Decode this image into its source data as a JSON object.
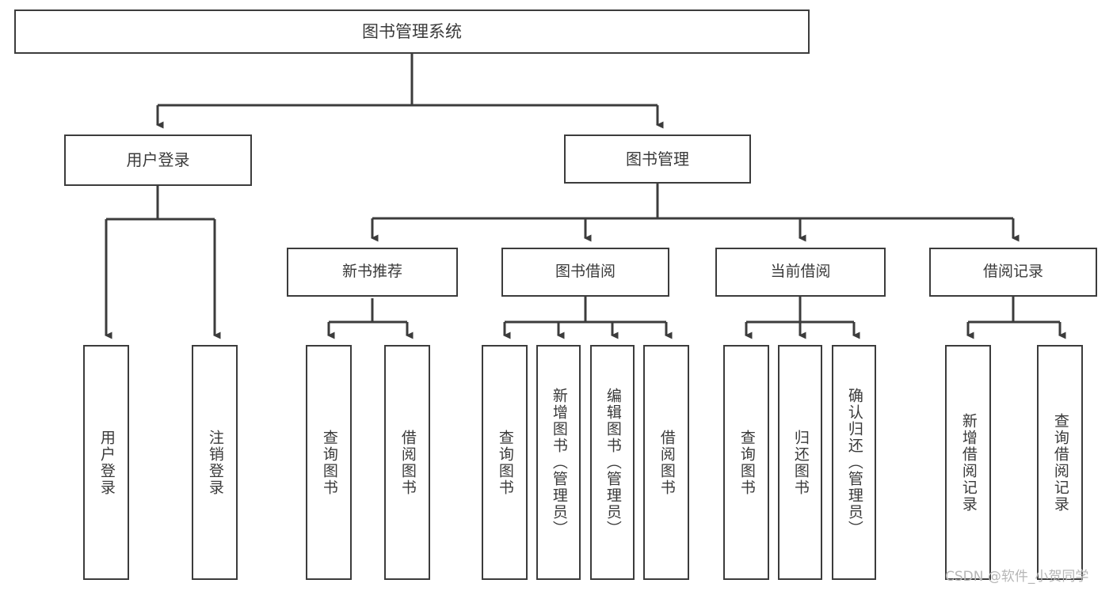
{
  "diagram": {
    "title": "图书管理系统",
    "type": "tree-hierarchy",
    "watermark": "CSDN @软件_小贺同学",
    "colors": {
      "line": "#3c3c3c",
      "box_border": "#3c3c3c",
      "box_fill": "#ffffff",
      "text": "#3a3a3a",
      "watermark": "#b6b6b6"
    },
    "root": {
      "label": "图书管理系统"
    },
    "level2": [
      {
        "label": "用户登录"
      },
      {
        "label": "图书管理"
      }
    ],
    "level3": [
      {
        "label": "新书推荐"
      },
      {
        "label": "图书借阅"
      },
      {
        "label": "当前借阅"
      },
      {
        "label": "借阅记录"
      }
    ],
    "leaves": {
      "user_login": [
        {
          "label": "用户登录"
        },
        {
          "label": "注销登录"
        }
      ],
      "new_book_recommend": [
        {
          "label": "查询图书"
        },
        {
          "label": "借阅图书"
        }
      ],
      "book_borrow": [
        {
          "label": "查询图书"
        },
        {
          "label": "新增图书（管理员）"
        },
        {
          "label": "编辑图书（管理员）"
        },
        {
          "label": "借阅图书"
        }
      ],
      "current_borrow": [
        {
          "label": "查询图书"
        },
        {
          "label": "归还图书"
        },
        {
          "label": "确认归还（管理员）"
        }
      ],
      "borrow_record": [
        {
          "label": "新增借阅记录"
        },
        {
          "label": "查询借阅记录"
        }
      ]
    }
  }
}
